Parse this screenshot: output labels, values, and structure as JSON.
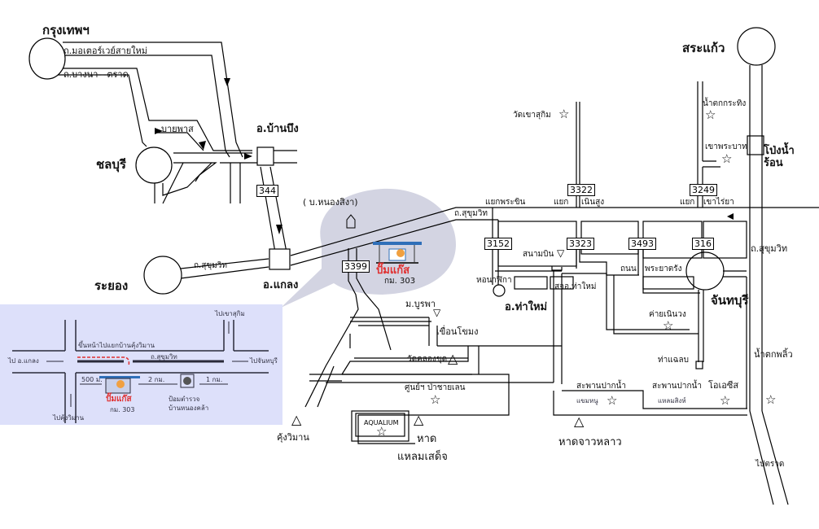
{
  "map": {
    "title": "แผนที่ปั๊มแก๊ส กม. 303",
    "cities": {
      "bangkok": "กรุงเทพฯ",
      "chonburi": "ชลบุรี",
      "rayong": "ระยอง",
      "sa_kaeo": "สระแก้ว",
      "chanthaburi": "จันทบุรี"
    },
    "districts": {
      "ban_bueng": "อ.บ้านบึง",
      "klaeng": "อ.แกลง",
      "tha_mai": "อ.ท่าใหม่",
      "nong_sing_a": "( บ.หนองสิงา)",
      "pong_nam_ron": "โป่งน้ำ\nร้อน"
    },
    "roads": {
      "motorway": "ถ.มอเตอร์เวย์สายใหม่",
      "bangna_trat": "ถ.บางนา - ตราด",
      "bypass": "บายพาส",
      "sukhumvit_1": "ถ.สุขุมวิท",
      "sukhumvit_2": "ถ.สุขุมวิท",
      "sukhumvit_3": "ถ.สุขุมวิท",
      "yaek_phra_khin": "แยกพระขิน",
      "yaek_1": "แยก",
      "noen_sung": "เนินสูง",
      "yaek_2": "แยก",
      "khao_rai_ya": "เขาไร่ยา",
      "thanon": "ถนน",
      "phra_ya_trang": "พระยาตรัง"
    },
    "route_numbers": [
      "344",
      "3399",
      "3152",
      "3323",
      "3493",
      "316",
      "3322",
      "3249"
    ],
    "places": {
      "wat_khao_sukim": "วัดเขาสุกิม",
      "namtok_krathing": "น้ำตกกระทิง",
      "khao_phra_bat": "เขาพระบาท",
      "sanam_bin": "สนามบิน",
      "ho_nalika": "หอนาฬิกา",
      "sor_tor_tha_mai": "สจอ.ท่าใหม่",
      "mor_burapha": "ม.บูรพา",
      "khuean_khong": "เขื่อนโขมง",
      "khai_noen_wong": "ค่ายเนินวง",
      "tha_chalaep": "ท่าแฉลบ",
      "namtok_phlio": "น้ำตกพลิ้ว",
      "wat_khlong_khut": "วัดคลองขุด",
      "sun_pa_chai_len": "ศูนย์ฯ ป่าชายเลน",
      "aqualium": "AQUALIUM",
      "khung_wiman": "คุ้งวิมาน",
      "hat_1": "หาด",
      "laem_sadet": "แหลมเสด็จ",
      "hat_chao_lao": "หาดจาวหลาว",
      "saphan_1": "สะพานปากน้ำ",
      "saphan_1_sub": "แขมหนู",
      "saphan_2": "สะพานปากน้ำ",
      "saphan_2_sub": "แหลมสิงห์",
      "oasis": "โอเอซีส",
      "pai_trat": "ไปตราด"
    },
    "station": {
      "name": "ปั๊มแก๊ส",
      "km": "กม. 303"
    },
    "inset": {
      "to_klaeng": "ไป อ.แกลง",
      "to_chanthaburi": "ไปจันทบุรี",
      "to_khung_wiman": "ไปคุ้งวิมาน",
      "to_khao_sukim": "ไปเขาสุกิม",
      "u_turn_note": "ขึ้นหน้าไปแยกบ้านคุ้งวิมาน",
      "road": "ถ.สุขุมวิท",
      "dist_500": "500 ม.",
      "dist_2": "2 กม.",
      "dist_1": "1 กม.",
      "checkpoint": "ป้อมตำรวจ\nบ้านหนองคล้า",
      "station_name": "ปั๊มแก๊ส",
      "station_km": "กม. 303"
    },
    "colors": {
      "inset_bg": "#dde0fa",
      "callout": "#d3d4e2",
      "station_red": "#e03030",
      "station_blue": "#2f6fb8",
      "road_dark": "#2a2a3a"
    }
  }
}
